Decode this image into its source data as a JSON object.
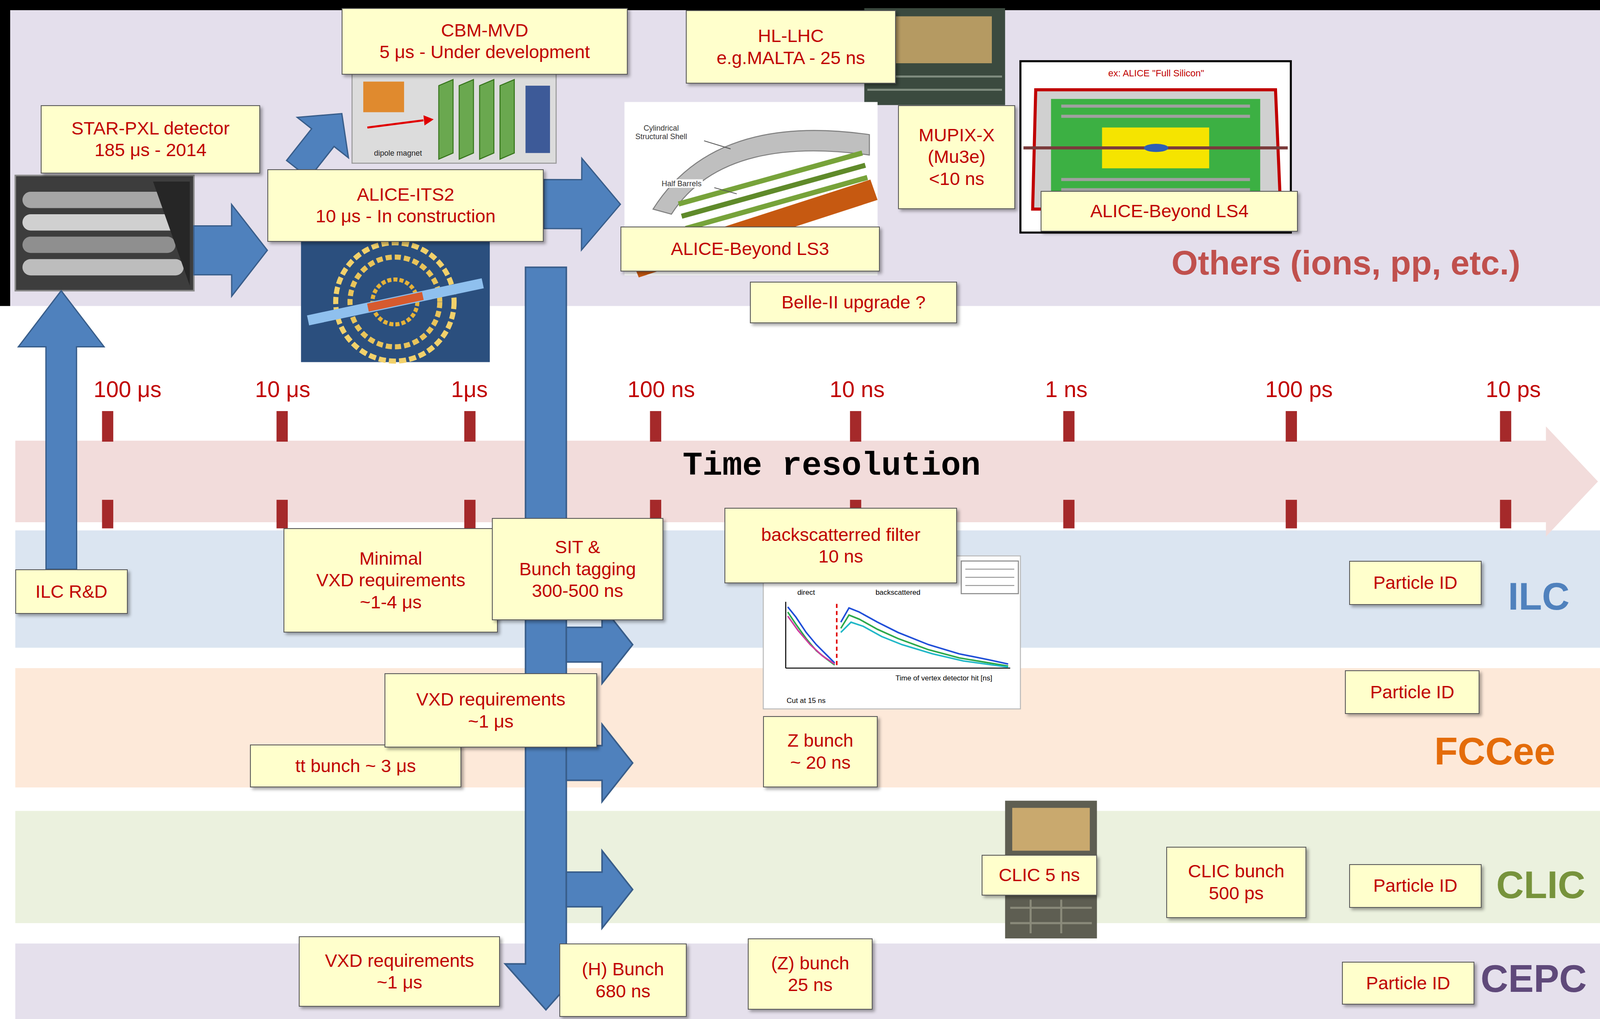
{
  "diagram": {
    "nodes": [
      {
        "text": [
          "CBM-MVD 5 μs - Under development"
        ]
      },
      {
        "text": [
          "HL-LHC e.g.MALTA - 25 ns"
        ]
      },
      {
        "text": [
          "STAR-PXL detector 185 μs - 2014"
        ]
      },
      {
        "text": [
          "ALICE-ITS2 10 μs - In construction"
        ]
      },
      {
        "text": [
          "ALICE-Beyond LS3"
        ]
      },
      {
        "text": [
          "MUPIX-X (Mu3e) <10 ns"
        ]
      },
      {
        "text": [
          "ALICE-Beyond LS4"
        ]
      },
      {
        "text": [
          "Belle-II upgrade ?"
        ]
      },
      {
        "text": [
          "ILC R&D"
        ]
      },
      {
        "text": [
          "Minimal VXD requirements ~1-4 μs"
        ]
      },
      {
        "text": [
          "SIT & Bunch tagging 300-500 ns"
        ]
      },
      {
        "text": [
          "backscatterred filter 10 ns"
        ]
      },
      {
        "text": [
          "Particle ID"
        ]
      },
      {
        "text": [
          "tt bunch ~ 3 μs"
        ]
      },
      {
        "text": [
          "VXD requirements ~1 μs"
        ]
      },
      {
        "text": [
          "Z bunch ~ 20 ns"
        ]
      },
      {
        "text": [
          "Particle ID"
        ]
      },
      {
        "text": [
          "CLIC 5 ns"
        ]
      },
      {
        "text": [
          "CLIC bunch 500 ps"
        ]
      },
      {
        "text": [
          "Particle ID"
        ]
      },
      {
        "text": [
          "VXD requirements ~1 μs"
        ]
      },
      {
        "text": [
          "(H) Bunch 680 ns"
        ]
      },
      {
        "text": [
          "(Z) bunch 25 ns"
        ]
      },
      {
        "text": [
          "Particle ID"
        ]
      }
    ],
    "edges": [
      {
        "from": 8,
        "to": 2,
        "arrow": "to"
      },
      {
        "from": 2,
        "to": 3,
        "arrow": "to"
      },
      {
        "from": 3,
        "to": 0,
        "arrow": "to"
      },
      {
        "from": 3,
        "to": 4,
        "arrow": "to"
      }
    ],
    "labels": [
      "Others (ions, pp, etc.)",
      "ex: ALICE \"Full Silicon\"",
      "dipole magnet",
      "Cylindrical Structural Shell",
      "Half Barrels",
      "100 μs",
      "10 μs",
      "1μs",
      "100 ns",
      "10 ns",
      "1 ns",
      "100 ps",
      "10 ps",
      "Time resolution",
      "direct",
      "backscattered",
      "Time of vertex detector hit [ns]",
      "Cut at 15 ns",
      "ILC",
      "FCCee",
      "CLIC",
      "CEPC"
    ]
  }
}
